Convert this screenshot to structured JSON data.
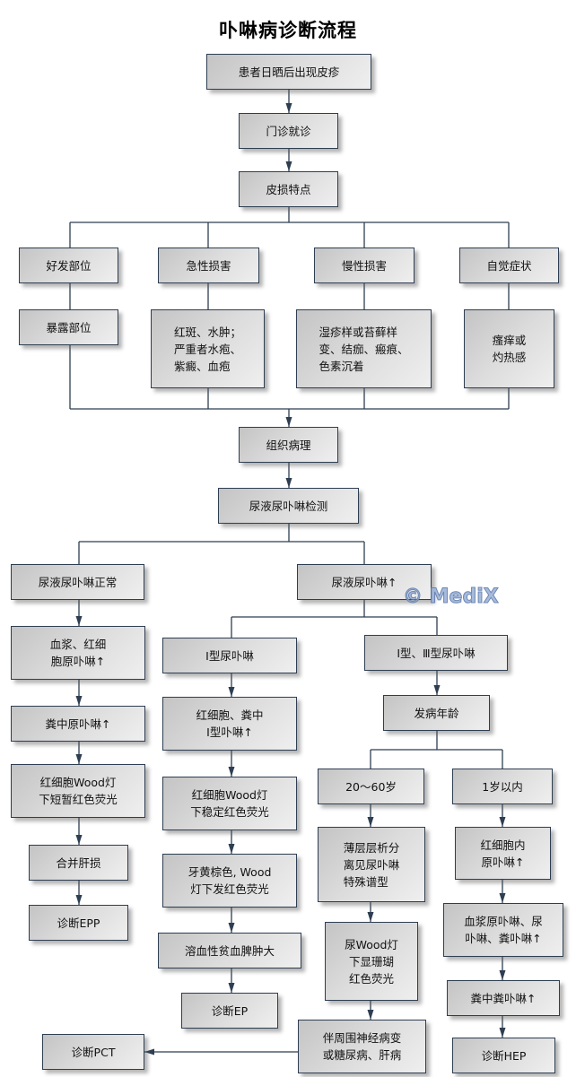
{
  "title": "卟啉病诊断流程",
  "watermark": "© MediX",
  "colors": {
    "border": "#2e3e52",
    "line": "#2e3e52",
    "watermark": "#9fb4d8"
  },
  "nodes": [
    {
      "id": "b1",
      "text": "患者日晒后出现皮疹"
    },
    {
      "id": "b2",
      "text": "门诊就诊"
    },
    {
      "id": "b3",
      "text": "皮损特点"
    },
    {
      "id": "b4",
      "text": "好发部位"
    },
    {
      "id": "b5",
      "text": "急性损害"
    },
    {
      "id": "b6",
      "text": "慢性损害"
    },
    {
      "id": "b7",
      "text": "自觉症状"
    },
    {
      "id": "b8",
      "text": "暴露部位"
    },
    {
      "id": "b9",
      "text": "红斑、水肿；\n严重者水疱、\n紫癜、血疱"
    },
    {
      "id": "b10",
      "text": "湿疹样或苔藓样\n变、结痂、瘢痕、\n色素沉着"
    },
    {
      "id": "b11",
      "text": "瘙痒或\n灼热感"
    },
    {
      "id": "b12",
      "text": "组织病理"
    },
    {
      "id": "b13",
      "text": "尿液尿卟啉检测"
    },
    {
      "id": "b14",
      "text": "尿液尿卟啉正常"
    },
    {
      "id": "b15",
      "text": "尿液尿卟啉↑"
    },
    {
      "id": "b16",
      "text": "血浆、红细\n胞原卟啉↑"
    },
    {
      "id": "b17",
      "text": "粪中原卟啉↑"
    },
    {
      "id": "b18",
      "text": "红细胞Wood灯\n下短暂红色荧光"
    },
    {
      "id": "b19",
      "text": "合并肝损"
    },
    {
      "id": "b20",
      "text": "诊断EPP"
    },
    {
      "id": "b21",
      "text": "Ⅰ型尿卟啉"
    },
    {
      "id": "b22",
      "text": "红细胞、粪中\nⅠ型卟啉↑"
    },
    {
      "id": "b23",
      "text": "红细胞Wood灯\n下稳定红色荧光"
    },
    {
      "id": "b24",
      "text": "牙黄棕色, Wood\n灯下发红色荧光"
    },
    {
      "id": "b25",
      "text": "溶血性贫血脾肿大"
    },
    {
      "id": "b26",
      "text": "诊断EP"
    },
    {
      "id": "b27",
      "text": "Ⅰ型、Ⅲ型尿卟啉"
    },
    {
      "id": "b28",
      "text": "发病年龄"
    },
    {
      "id": "b29",
      "text": "20～60岁"
    },
    {
      "id": "b30",
      "text": "1岁以内"
    },
    {
      "id": "b31",
      "text": "薄层层析分\n离见尿卟啉\n特殊谱型"
    },
    {
      "id": "b32",
      "text": "尿Wood灯\n下显珊瑚\n红色荧光"
    },
    {
      "id": "b33",
      "text": "伴周围神经病变\n或糖尿病、肝病"
    },
    {
      "id": "b34",
      "text": "诊断PCT"
    },
    {
      "id": "b35",
      "text": "红细胞内\n原卟啉↑"
    },
    {
      "id": "b36",
      "text": "血浆原卟啉、尿\n卟啉、粪卟啉↑"
    },
    {
      "id": "b37",
      "text": "粪中粪卟啉↑"
    },
    {
      "id": "b38",
      "text": "诊断HEP"
    }
  ]
}
